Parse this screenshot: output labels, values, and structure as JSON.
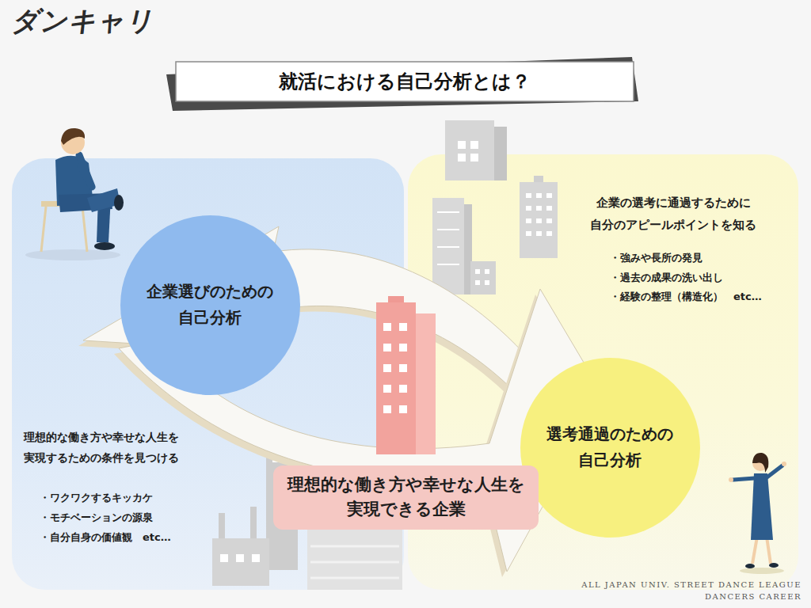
{
  "diagram": {
    "title": "就活における自己分析とは？",
    "nodes": [
      {
        "text": [
          "理想的な働き方や幸せな人生を 実現するための条件を見つける",
          "・ワクワクするキッカケ",
          "・モチベーションの源泉",
          "・自分自身の価値観　etc…"
        ]
      },
      {
        "text": [
          "企業選びのための 自己分析"
        ],
        "in": 0
      },
      {
        "text": [
          "企業の選考に通過するために 自分のアピールポイントを知る",
          "・強みや長所の発見",
          "・過去の成果の洗い出し",
          "・経験の整理（構造化）　etc…"
        ]
      },
      {
        "text": [
          "選考通過のための 自己分析"
        ],
        "in": 2
      },
      {
        "text": [
          "理想的な働き方や幸せな人生を 実現できる企業"
        ]
      }
    ],
    "labels": [
      "ダンキャリ",
      "ALL JAPAN UNIV. STREET DANCE LEAGUE",
      "DANCERS CAREER"
    ]
  }
}
